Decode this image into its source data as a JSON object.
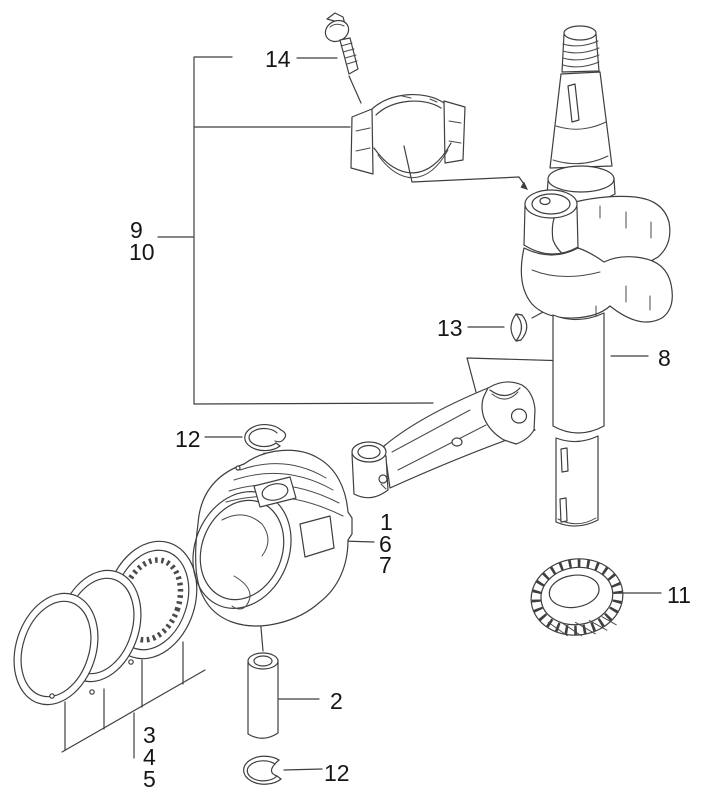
{
  "diagram": {
    "kind": "exploded-parts-line-drawing",
    "subject": "piston-crankshaft-assembly",
    "colors": {
      "background": "#ffffff",
      "line": "#3f3f3f",
      "text": "#161616"
    },
    "callouts": {
      "n14": "14",
      "n9": "9",
      "n10": "10",
      "n13": "13",
      "n8": "8",
      "n12_top": "12",
      "n1": "1",
      "n6": "6",
      "n7": "7",
      "n2": "2",
      "n12_bottom": "12",
      "n3": "3",
      "n4": "4",
      "n5": "5",
      "n11": "11"
    }
  }
}
